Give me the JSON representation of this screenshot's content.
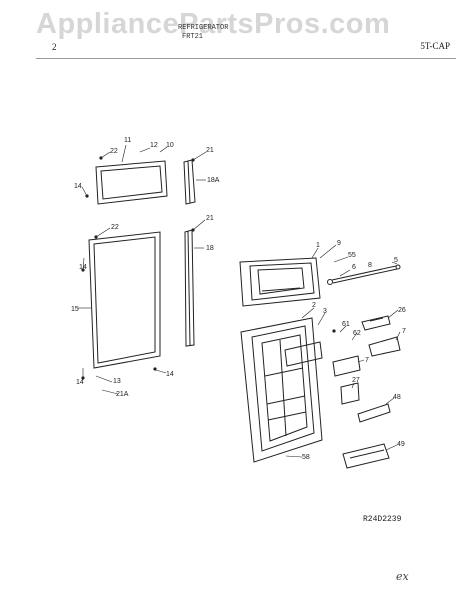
{
  "watermark": "AppliancePartsPros.com",
  "header": {
    "line1": "REFRIGERATOR",
    "line2": "FRT21",
    "page": "2",
    "code": "5T-CAP"
  },
  "drawing_number": "R24D2239",
  "handwritten_note": "ex",
  "callouts": {
    "c11": "11",
    "c12": "12",
    "c10": "10",
    "c22a": "22",
    "c14a": "14",
    "c21a": "21",
    "c18a": "18A",
    "c22b": "22",
    "c14b": "14",
    "c15": "15",
    "c21b": "21",
    "c18": "18",
    "c14c": "14",
    "c13": "13",
    "c14d": "14",
    "c21c": "21A",
    "c1": "1",
    "c9": "9",
    "c55": "55",
    "c6": "6",
    "c8": "8",
    "c5": "5",
    "c2": "2",
    "c3": "3",
    "c26": "26",
    "c61": "61",
    "c62": "62",
    "c7a": "7",
    "c7b": "7",
    "c27": "27",
    "c48": "48",
    "c49": "49",
    "c58": "58"
  }
}
